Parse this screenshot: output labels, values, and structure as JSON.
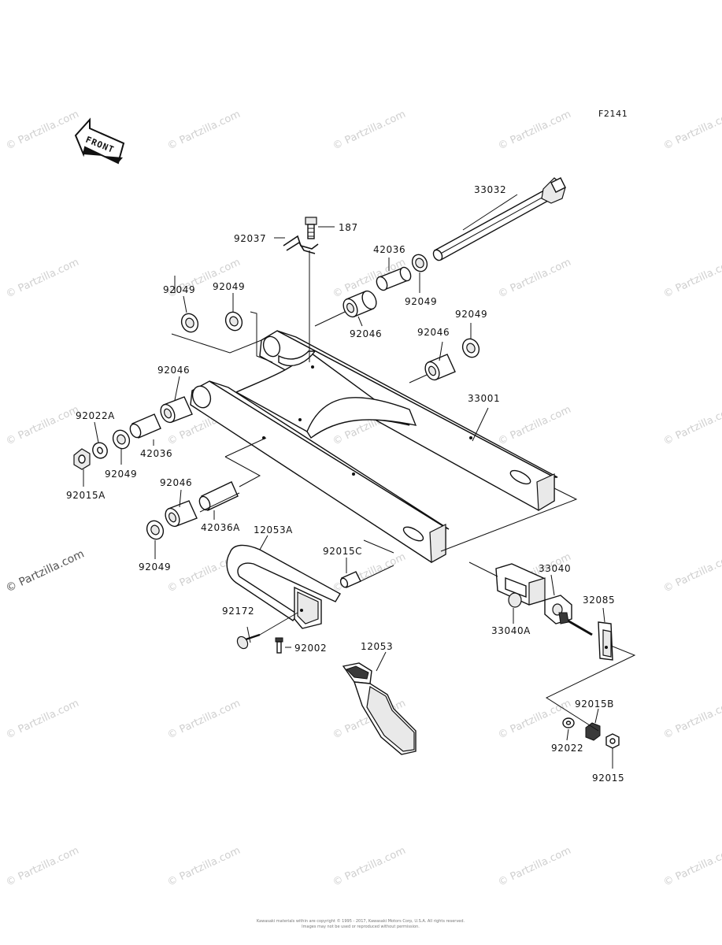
{
  "figure_code": "F2141",
  "front_arrow_text": "FRONT",
  "watermark_text": "© Partzilla.com",
  "footer": {
    "line1": "Kawasaki materials within are copyright © 1995 - 2017, Kawasaki Motors Corp, U.S.A. All rights reserved.",
    "line2": "Images may not be used or reproduced without permission."
  },
  "part_labels": {
    "p33032": "33032",
    "p187": "187",
    "p92037": "92037",
    "p42036_top": "42036",
    "p92049_axle": "92049",
    "p92049_top_left": "92049",
    "p92049_top_mid": "92049",
    "p92046_top": "92046",
    "p92046_mid_right": "92046",
    "p92049_mid_right": "92049",
    "p33001": "33001",
    "p92046_left": "92046",
    "p92022A": "92022A",
    "p42036_left": "42036",
    "p92049_left": "92049",
    "p92015A": "92015A",
    "p92046_low": "92046",
    "p42036A": "42036A",
    "p92049_low": "92049",
    "p12053A": "12053A",
    "p92015C": "92015C",
    "p92172": "92172",
    "p92002": "92002",
    "p12053": "12053",
    "p33040": "33040",
    "p33040A": "33040A",
    "p32085": "32085",
    "p92015B": "92015B",
    "p92022": "92022",
    "p92015": "92015"
  }
}
